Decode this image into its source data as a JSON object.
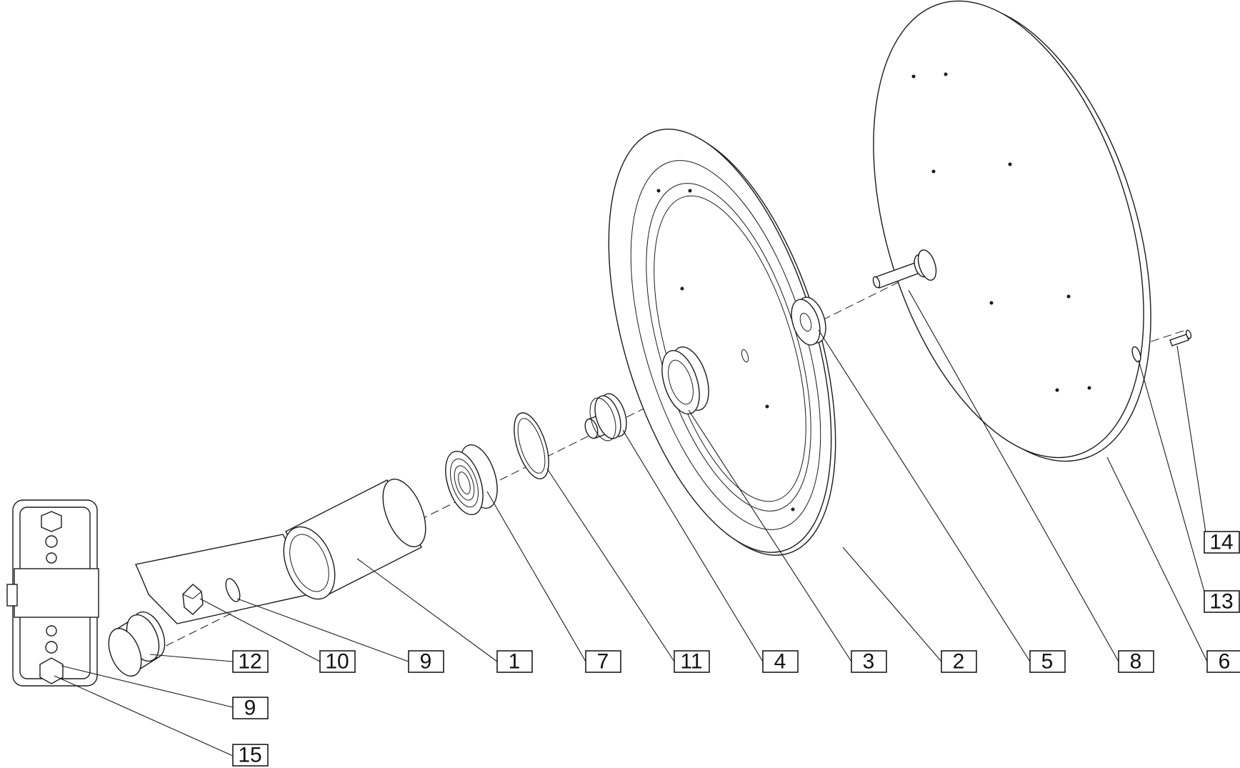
{
  "callouts": [
    "12",
    "10",
    "9",
    "1",
    "7",
    "11",
    "4",
    "3",
    "2",
    "5",
    "8",
    "6",
    "14",
    "13",
    "9",
    "15"
  ]
}
